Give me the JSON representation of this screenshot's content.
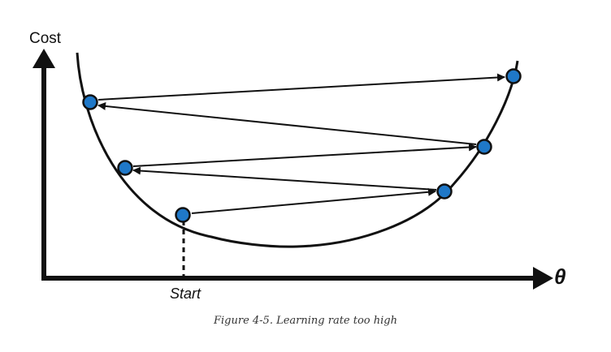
{
  "figure": {
    "y_axis_label": "Cost",
    "x_axis_label": "θ",
    "start_label": "Start",
    "caption": "Figure 4-5. Learning rate too high"
  },
  "colors": {
    "point_fill": "#1f78c8",
    "point_stroke": "#111111",
    "line": "#111111"
  },
  "points": [
    {
      "name": "point-start",
      "order": 0
    },
    {
      "name": "point-1",
      "order": 1
    },
    {
      "name": "point-2",
      "order": 2
    },
    {
      "name": "point-3",
      "order": 3
    },
    {
      "name": "point-4",
      "order": 4
    },
    {
      "name": "point-5",
      "order": 5
    }
  ]
}
